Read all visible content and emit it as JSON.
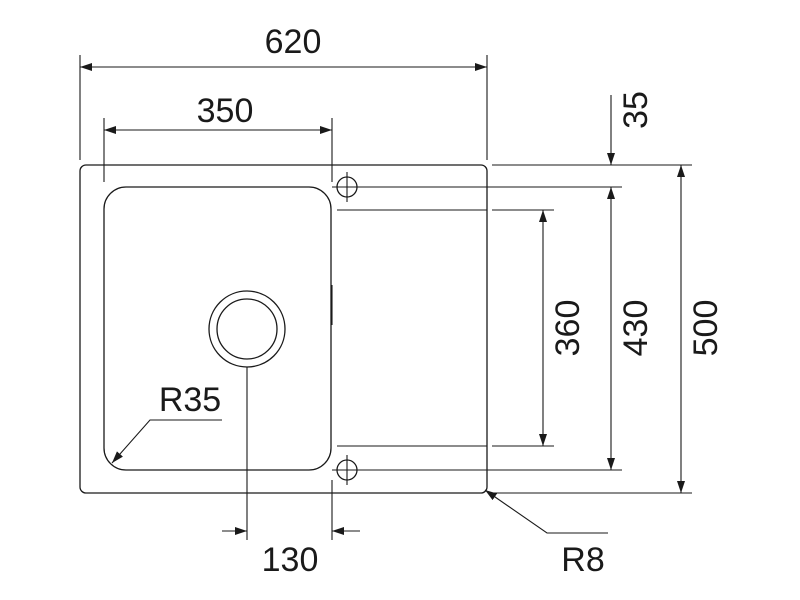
{
  "drawing": {
    "dimensions": {
      "overall_width": "620",
      "bowl_width": "350",
      "top_offset": "35",
      "drainer_height": "360",
      "inner_height": "430",
      "overall_height": "500",
      "drain_offset": "130"
    },
    "radii": {
      "bowl_corner": "R35",
      "outer_corner": "R8"
    }
  }
}
